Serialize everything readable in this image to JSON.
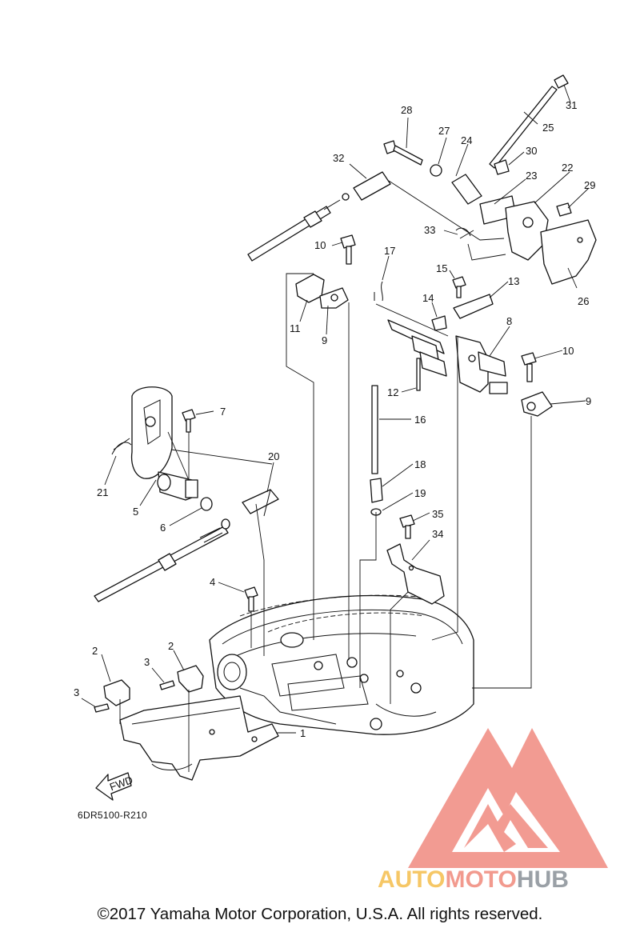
{
  "diagram": {
    "callouts": {
      "c1": "1",
      "c2a": "2",
      "c2b": "2",
      "c3a": "3",
      "c3b": "3",
      "c4": "4",
      "c5": "5",
      "c6": "6",
      "c7": "7",
      "c8": "8",
      "c9a": "9",
      "c9b": "9",
      "c10a": "10",
      "c10b": "10",
      "c11": "11",
      "c12": "12",
      "c13": "13",
      "c14": "14",
      "c15": "15",
      "c16": "16",
      "c17": "17",
      "c18": "18",
      "c19": "19",
      "c20": "20",
      "c21": "21",
      "c22": "22",
      "c23": "23",
      "c24": "24",
      "c25": "25",
      "c26": "26",
      "c27": "27",
      "c28": "28",
      "c29": "29",
      "c30": "30",
      "c31": "31",
      "c32": "32",
      "c33": "33",
      "c34": "34",
      "c35": "35"
    },
    "fwd_label": "FWD",
    "reference_code": "6DR5100-R210",
    "copyright": "©2017 Yamaha Motor Corporation, U.S.A. All rights reserved."
  },
  "watermark": {
    "part1": "AUTO",
    "part2": "MOTO",
    "part3": "HUB",
    "colors": {
      "auto": "#f6c766",
      "moto": "#f29a8e",
      "hub": "#9aa0a6",
      "mark": "#f08a80"
    }
  }
}
